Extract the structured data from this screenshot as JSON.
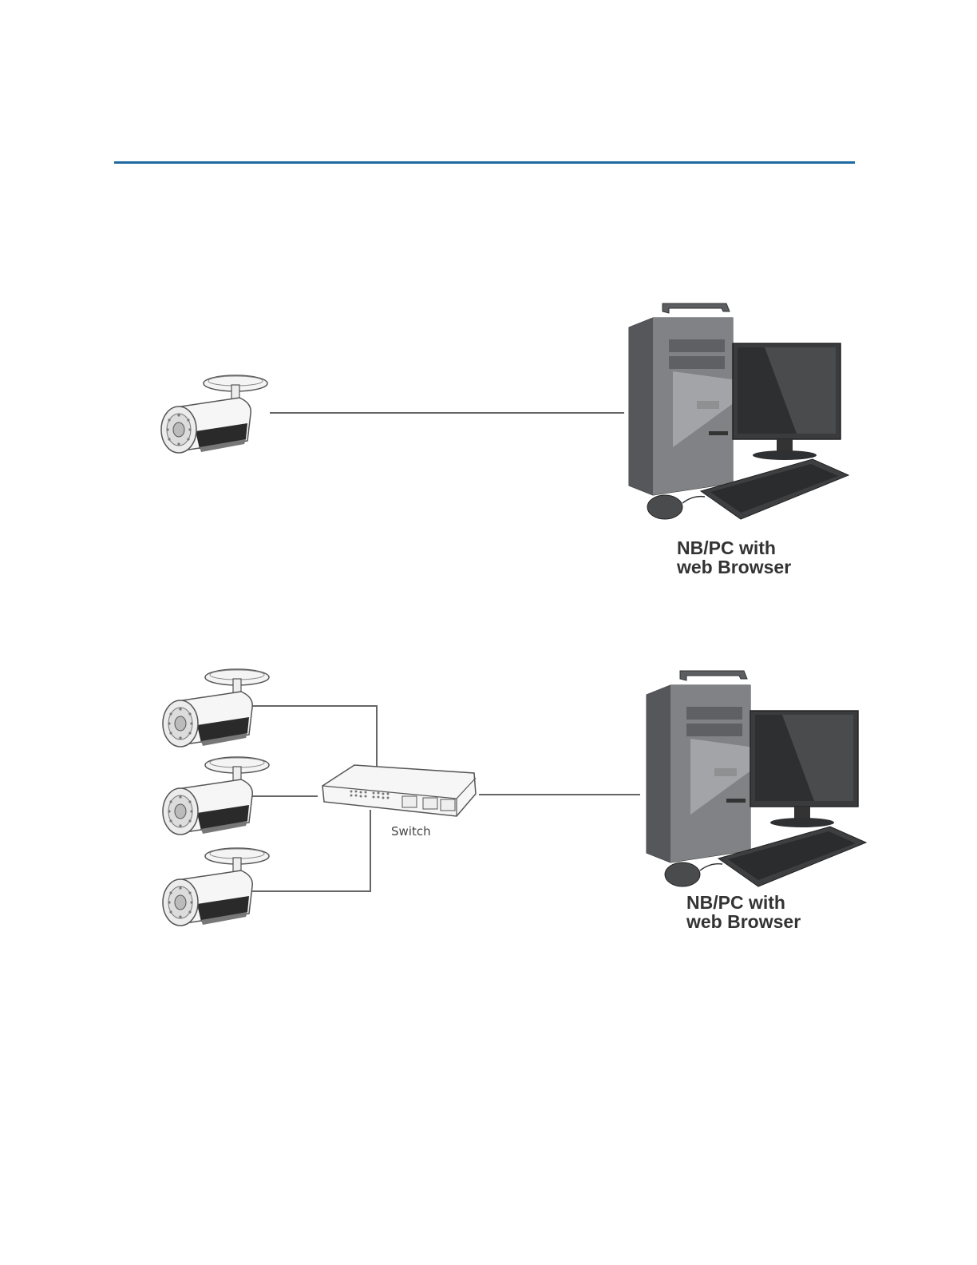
{
  "colors": {
    "rule": "#1e6aa0",
    "line": "#666666",
    "pc_body": "#6b6d70",
    "pc_dark": "#3f4144",
    "screen": "#2e2f31"
  },
  "diagram_single": {
    "camera": {
      "icon": "bullet-camera-icon"
    },
    "pc": {
      "icon": "desktop-pc-icon",
      "label_line1": "NB/PC with",
      "label_line2": "web Browser"
    }
  },
  "diagram_switch": {
    "cameras": [
      {
        "icon": "bullet-camera-icon"
      },
      {
        "icon": "bullet-camera-icon"
      },
      {
        "icon": "bullet-camera-icon"
      }
    ],
    "switch": {
      "icon": "network-switch-icon",
      "label": "Switch"
    },
    "pc": {
      "icon": "desktop-pc-icon",
      "label_line1": "NB/PC with",
      "label_line2": "web Browser"
    }
  }
}
